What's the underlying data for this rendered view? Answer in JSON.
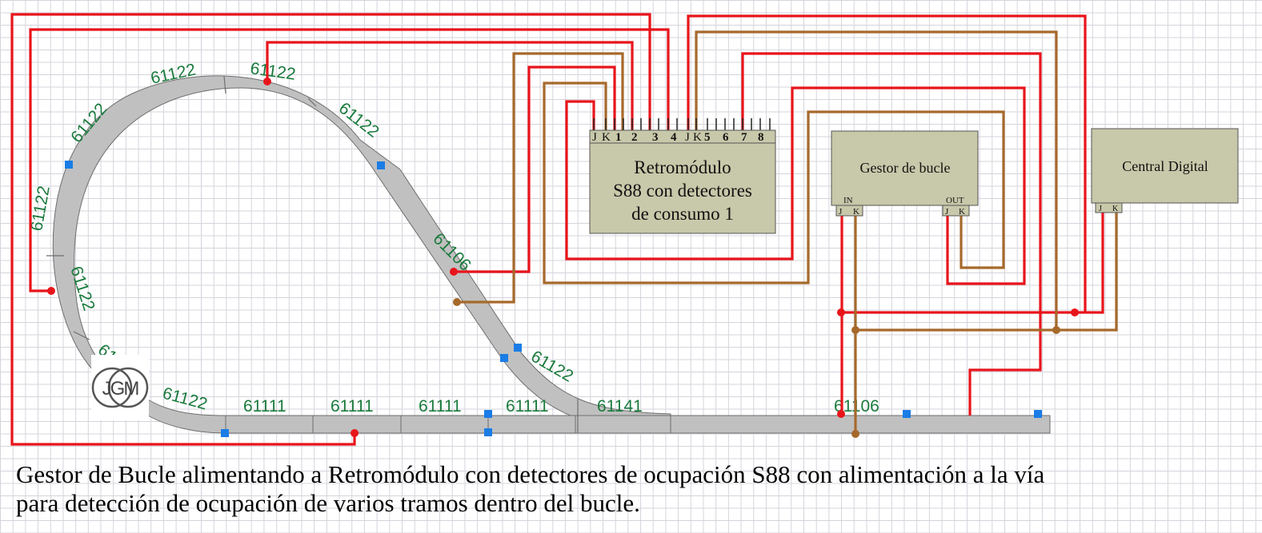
{
  "tracks": {
    "label_61122": "61122",
    "label_61111": "61111",
    "label_61106": "61106",
    "label_61141": "61141",
    "label_partial": "61"
  },
  "retromodulo": {
    "pins": [
      "J",
      "K",
      "1",
      "2",
      "3",
      "4",
      "J",
      "K",
      "5",
      "6",
      "7",
      "8"
    ],
    "title_line1": "Retromódulo",
    "title_line2": "S88 con detectores",
    "title_line3": "de consumo  1"
  },
  "gestor": {
    "title": "Gestor de bucle",
    "in_label": "IN",
    "out_label": "OUT",
    "j": "J",
    "k": "K"
  },
  "central": {
    "title": "Central Digital",
    "j": "J",
    "k": "K"
  },
  "logo": {
    "letters": "JGM"
  },
  "caption": {
    "line1": "Gestor de Bucle alimentando a Retromódulo con detectores de ocupación S88 con alimentación a la vía",
    "line2": "para detección de ocupación de varios tramos dentro del bucle."
  },
  "colors": {
    "red_wire": "#e8141b",
    "brown_wire": "#a6692b",
    "track": "#c0c0c0",
    "module_box": "#c8c8aa",
    "track_label": "#1a7a3c",
    "separator": "#1a7de6"
  }
}
